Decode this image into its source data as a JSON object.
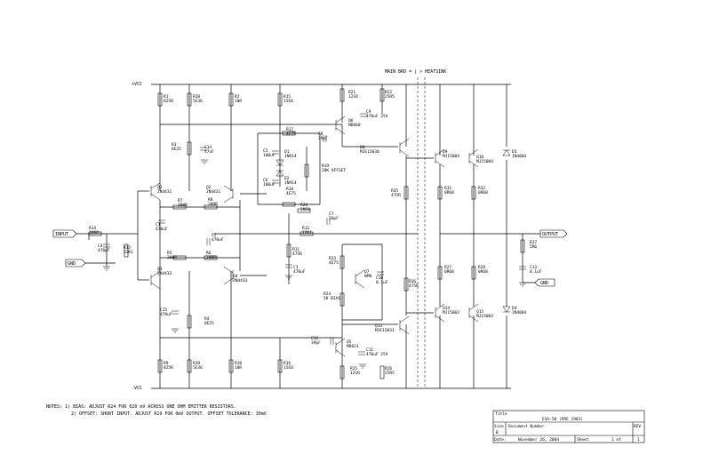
{
  "rails": {
    "pos": "+VCC",
    "neg": "-VCC"
  },
  "boundary": "MAIN BRD = | > HEATSINK",
  "ports": {
    "input": "INPUT",
    "output": "OUTPUT",
    "gnd": "GND"
  },
  "components": [
    {
      "id": "r1",
      "ref": "R1",
      "val": "825R"
    },
    {
      "id": "r38",
      "ref": "R38",
      "val": "5E36"
    },
    {
      "id": "r2",
      "ref": "R2",
      "val": "10R"
    },
    {
      "id": "r15",
      "ref": "R15",
      "val": "15E0"
    },
    {
      "id": "r21",
      "ref": "R21",
      "val": "121R"
    },
    {
      "id": "r22",
      "ref": "R22",
      "val": "25R5"
    },
    {
      "id": "c9",
      "ref": "C9",
      "val": "470uF 25V"
    },
    {
      "id": "q6",
      "ref": "Q6",
      "val": "MD860"
    },
    {
      "id": "r17",
      "ref": "R17",
      "val": "4E75"
    },
    {
      "id": "c8",
      "ref": "C8",
      "val": "39pF"
    },
    {
      "id": "c5",
      "ref": "C5",
      "val": "100uF"
    },
    {
      "id": "d1",
      "ref": "D1",
      "val": "1N914"
    },
    {
      "id": "r19",
      "ref": "R19",
      "val": "20K OFFSET"
    },
    {
      "id": "c6",
      "ref": "C6",
      "val": "100uF"
    },
    {
      "id": "d2",
      "ref": "D2",
      "val": "1N914"
    },
    {
      "id": "r18",
      "ref": "R18",
      "val": "4E75"
    },
    {
      "id": "r3",
      "ref": "R3",
      "val": "8E25"
    },
    {
      "id": "c14",
      "ref": "C14",
      "val": "47uF"
    },
    {
      "id": "q1",
      "ref": "Q1",
      "val": "2N4431"
    },
    {
      "id": "q2",
      "ref": "Q2",
      "val": "2N4431"
    },
    {
      "id": "r7",
      "ref": "R7",
      "val": "200R"
    },
    {
      "id": "r8",
      "ref": "R8",
      "val": "200R"
    },
    {
      "id": "r20",
      "ref": "R20",
      "val": "20E0"
    },
    {
      "id": "c7",
      "ref": "C7",
      "val": "20pF"
    },
    {
      "id": "r14",
      "ref": "R14",
      "val": "1K00"
    },
    {
      "id": "c4",
      "ref": "C4",
      "val": "470pF"
    },
    {
      "id": "r13",
      "ref": "R13",
      "val": "22K1"
    },
    {
      "id": "c1",
      "ref": "C1",
      "val": "470uF"
    },
    {
      "id": "c2",
      "ref": "C2",
      "val": "470uF"
    },
    {
      "id": "r12",
      "ref": "R12",
      "val": "12K1"
    },
    {
      "id": "r11",
      "ref": "R11",
      "val": "475R"
    },
    {
      "id": "c3",
      "ref": "C3",
      "val": "470uF"
    },
    {
      "id": "r5",
      "ref": "R5",
      "val": "200R"
    },
    {
      "id": "r6",
      "ref": "R6",
      "val": "200R"
    },
    {
      "id": "q3",
      "ref": "Q3",
      "val": "2N4433"
    },
    {
      "id": "q4",
      "ref": "Q4",
      "val": "2N4433"
    },
    {
      "id": "r23",
      "ref": "R23",
      "val": "4E75"
    },
    {
      "id": "q7",
      "ref": "Q7",
      "val": "NPN"
    },
    {
      "id": "c10",
      "ref": "C10",
      "val": "0.1uF"
    },
    {
      "id": "r24",
      "ref": "R24",
      "val": "5K BIAS"
    },
    {
      "id": "c15",
      "ref": "C15",
      "val": "470uF"
    },
    {
      "id": "r4",
      "ref": "R4",
      "val": "8E25"
    },
    {
      "id": "c12",
      "ref": "C12",
      "val": "39pF"
    },
    {
      "id": "q5",
      "ref": "Q5",
      "val": "MD821"
    },
    {
      "id": "c11",
      "ref": "C11",
      "val": "470uF 25V"
    },
    {
      "id": "r9",
      "ref": "R9",
      "val": "825R"
    },
    {
      "id": "r39",
      "ref": "R39",
      "val": "5E36"
    },
    {
      "id": "r10",
      "ref": "R10",
      "val": "10R"
    },
    {
      "id": "r16",
      "ref": "R16",
      "val": "15E0"
    },
    {
      "id": "r25",
      "ref": "R25",
      "val": "121R"
    },
    {
      "id": "r26",
      "ref": "R26",
      "val": "25R5"
    },
    {
      "id": "q8",
      "ref": "Q8",
      "val": "MJE15030"
    },
    {
      "id": "q13",
      "ref": "Q13",
      "val": "MJE15031"
    },
    {
      "id": "r35",
      "ref": "R35",
      "val": "475R"
    },
    {
      "id": "r36",
      "ref": "R36",
      "val": "475R"
    },
    {
      "id": "q9",
      "ref": "Q9",
      "val": "MJ15004"
    },
    {
      "id": "q10",
      "ref": "Q10",
      "val": "MJ15004"
    },
    {
      "id": "q14",
      "ref": "Q14",
      "val": "MJ15003"
    },
    {
      "id": "q15",
      "ref": "Q15",
      "val": "MJ15003"
    },
    {
      "id": "r31",
      "ref": "R31",
      "val": "0R68"
    },
    {
      "id": "r32",
      "ref": "R32",
      "val": "0R68"
    },
    {
      "id": "r27",
      "ref": "R27",
      "val": "0R68"
    },
    {
      "id": "r28",
      "ref": "R28",
      "val": "0R68"
    },
    {
      "id": "d3",
      "ref": "D3",
      "val": "1N4004"
    },
    {
      "id": "d4",
      "ref": "D4",
      "val": "1N4004"
    },
    {
      "id": "r37",
      "ref": "R37",
      "val": "5R6"
    },
    {
      "id": "c13",
      "ref": "C13",
      "val": "0.1uF"
    }
  ],
  "notes": [
    "NOTES: 1) BIAS: ADJUST R24 FOR 620 mV ACROSS ONE OHM EMITTER RESISTORS.",
    "2) OFFSET: SHORT INPUT. ADJUST R19 FOR 0mV OUTPUT. OFFSET TOLERANCE: 30mV"
  ],
  "titleblock": {
    "title_label": "Title",
    "title": "ESA-50 (PRE 1983)",
    "size_label": "Size",
    "size": "B",
    "docnum_label": "Document Number",
    "rev_label": "REV",
    "date_label": "Date:",
    "date": "November 26, 2004",
    "sheet_label": "Sheet",
    "sheet": "1 of",
    "sheet_total": "1"
  }
}
